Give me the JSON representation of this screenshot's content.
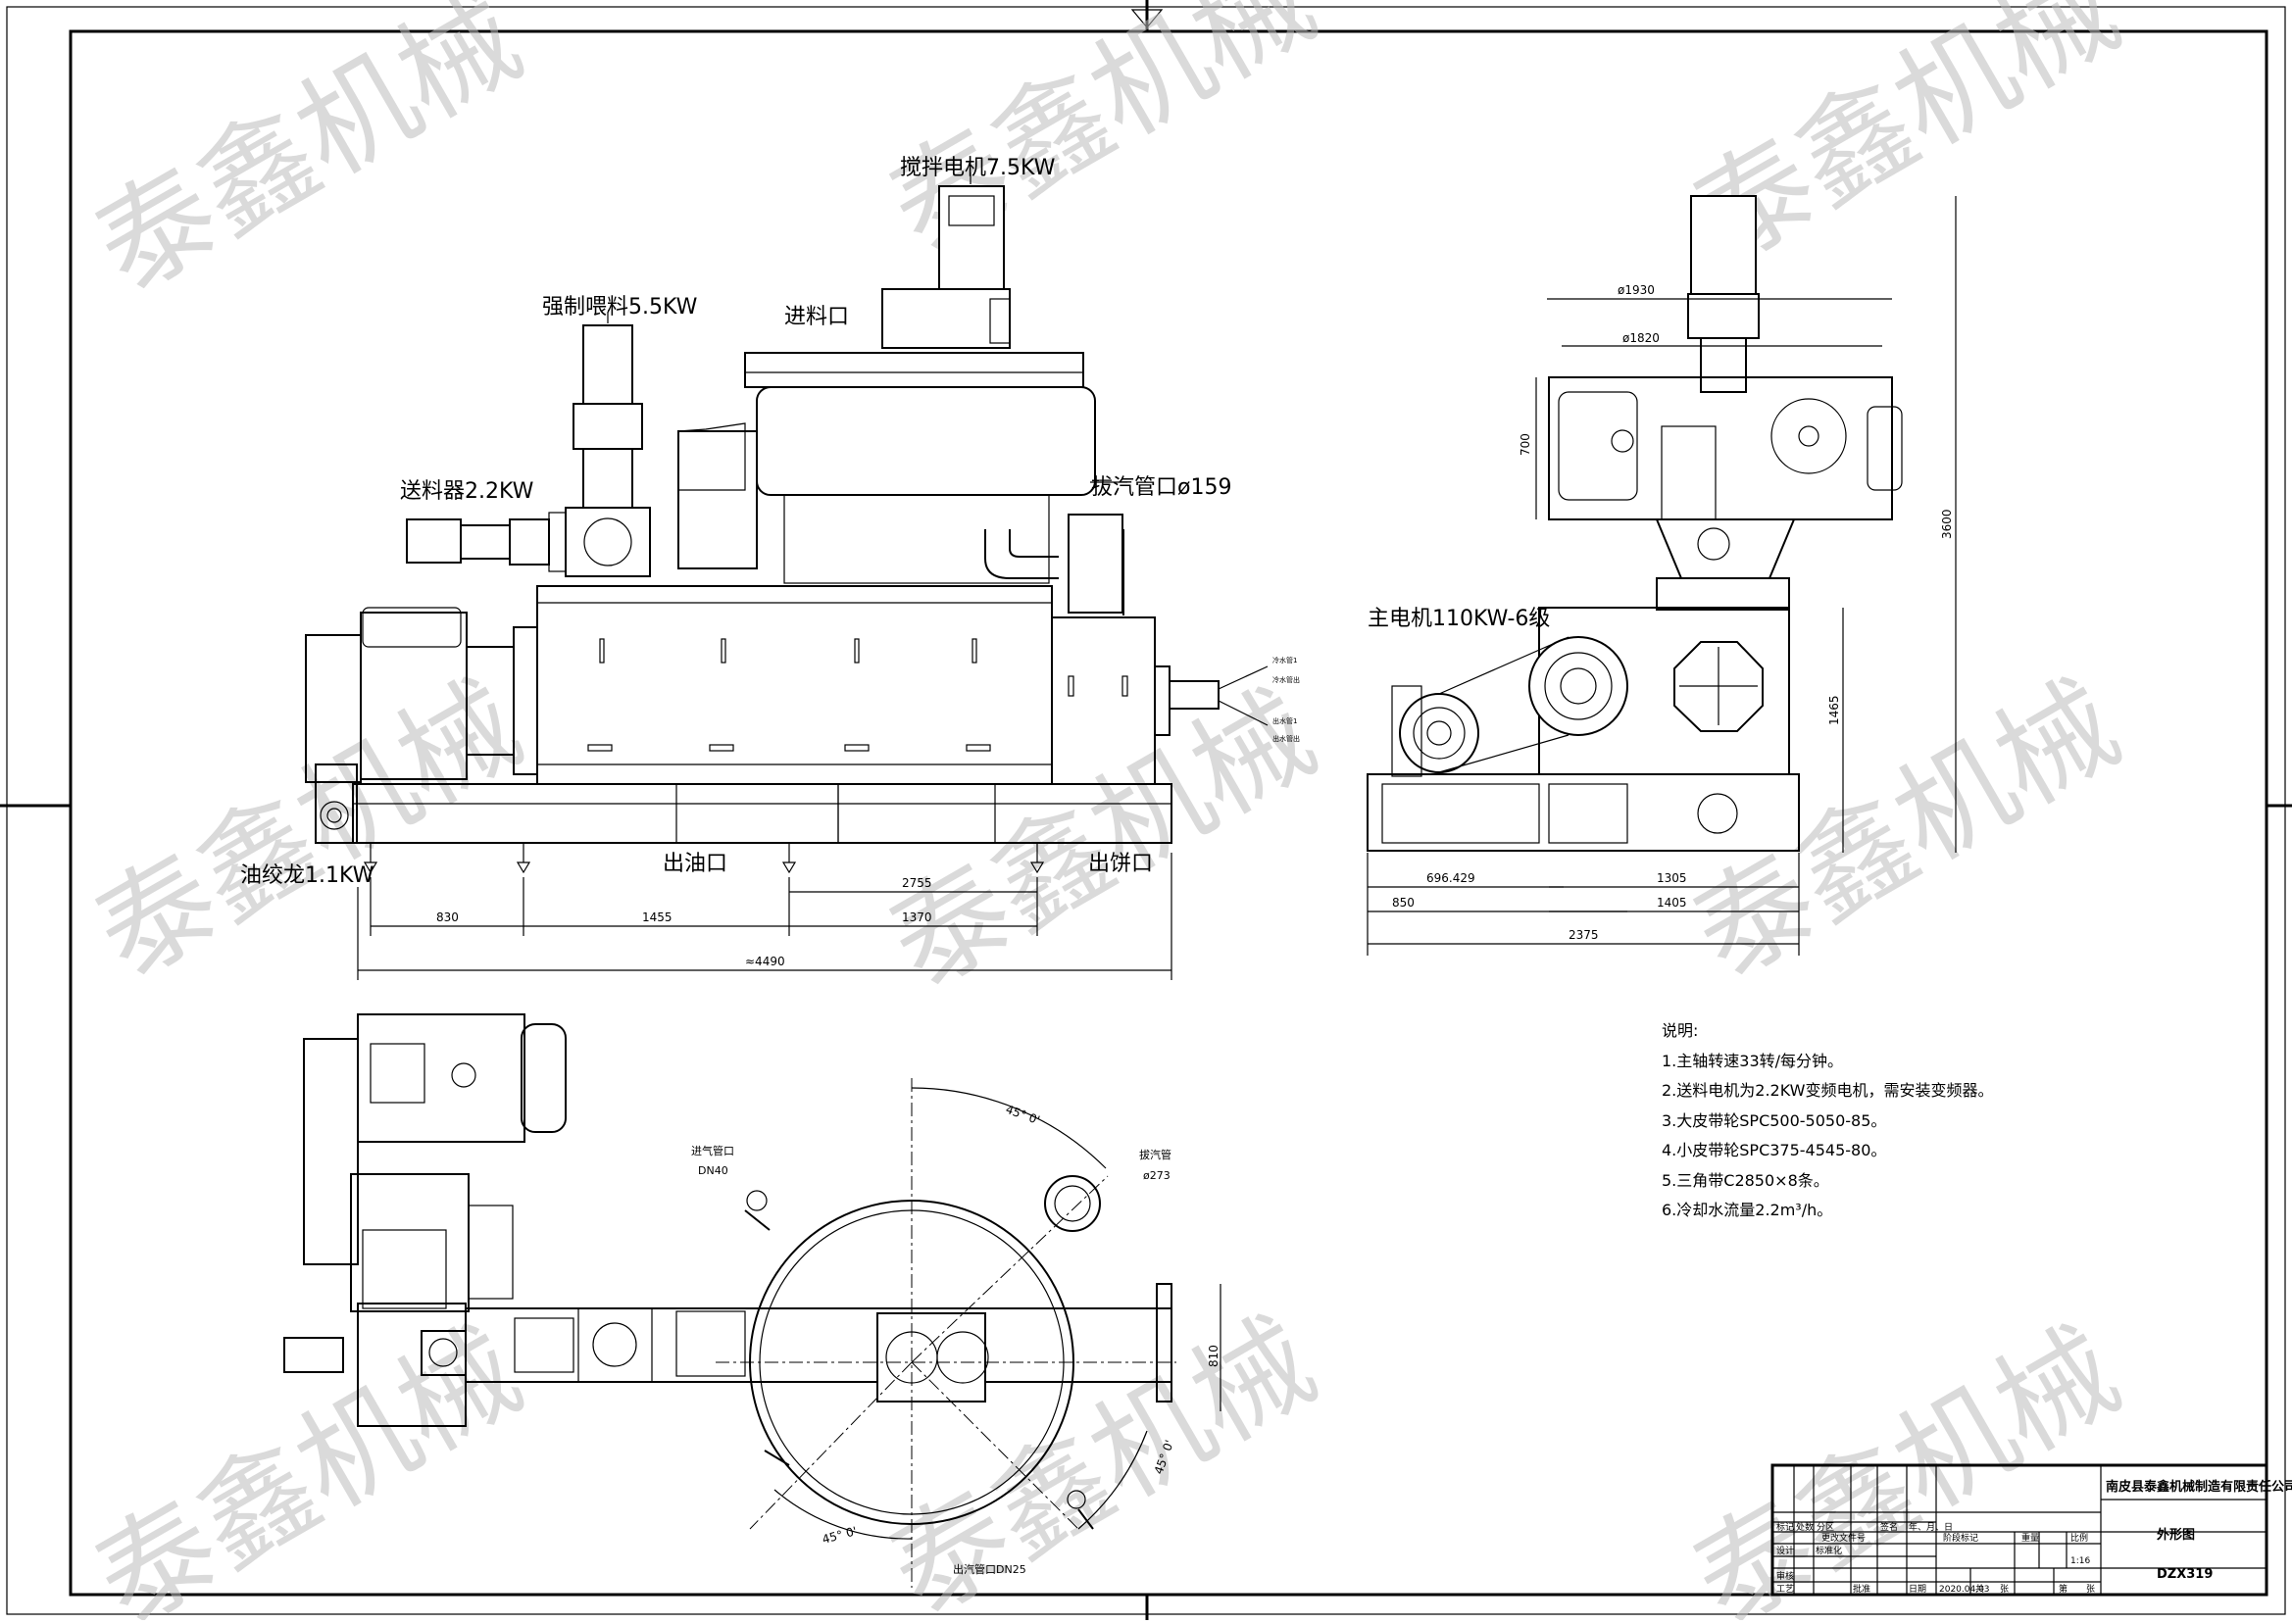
{
  "watermark": "泰鑫机械",
  "front_view": {
    "labels": {
      "stir_motor": "搅拌电机7.5KW",
      "forced_feed": "强制喂料5.5KW",
      "inlet": "进料口",
      "feeder": "送料器2.2KW",
      "steam_pipe": "拔汽管口ø159",
      "oil_auger": "油绞龙1.1KW",
      "oil_outlet": "出油口",
      "cake_outlet": "出饼口",
      "pipe_tag_1": "冷水管1",
      "pipe_tag_2": "冷水管出",
      "pipe_tag_3": "出水管1",
      "pipe_tag_4": "出水管出"
    },
    "dims": {
      "d830": "830",
      "d1455": "1455",
      "d1370": "1370",
      "d2755": "2755",
      "d4490": "≈4490"
    }
  },
  "side_view": {
    "labels": {
      "main_motor": "主电机110KW-6级"
    },
    "dims": {
      "d1930": "ø1930",
      "d1820": "ø1820",
      "d700": "700",
      "d3600": "3600",
      "d1465": "1465",
      "d696": "696.429",
      "d850": "850",
      "d1305": "1305",
      "d1405": "1405",
      "d2375": "2375"
    }
  },
  "top_view": {
    "labels": {
      "steam_in": "进气管口",
      "steam_in_size": "DN40",
      "exhaust": "拔汽管",
      "exhaust_size": "ø273",
      "steam_out": "出汽管口DN25"
    },
    "dims": {
      "angle1": "45° 0'",
      "angle2": "45° 0'",
      "angle3": "45° 0'",
      "d810": "810"
    }
  },
  "notes": {
    "title": "说明:",
    "items": [
      "1.主轴转速33转/每分钟。",
      "2.送料电机为2.2KW变频电机，需安装变频器。",
      "3.大皮带轮SPC500-5050-85。",
      "4.小皮带轮SPC375-4545-80。",
      "5.三角带C2850×8条。",
      "6.冷却水流量2.2m³/h。"
    ]
  },
  "title_block": {
    "company": "南皮县泰鑫机械制造有限责任公司",
    "drawing_name": "外形图",
    "drawing_no": "DZX319",
    "scale": "1:16",
    "date": "2020.04.03",
    "cells": {
      "mark": "标记",
      "count": "处数",
      "zone": "分区",
      "change_doc": "更改文件号",
      "sign": "签名",
      "ymd": "年、月、日",
      "design": "设计",
      "standard": "标准化",
      "stage_mark": "阶段标记",
      "weight": "重量",
      "ratio": "比例",
      "check": "审核",
      "craft": "工艺",
      "approve": "批准",
      "date_label": "日期",
      "total": "共",
      "sheets": "张",
      "page": "第",
      "sheet": "张"
    }
  }
}
